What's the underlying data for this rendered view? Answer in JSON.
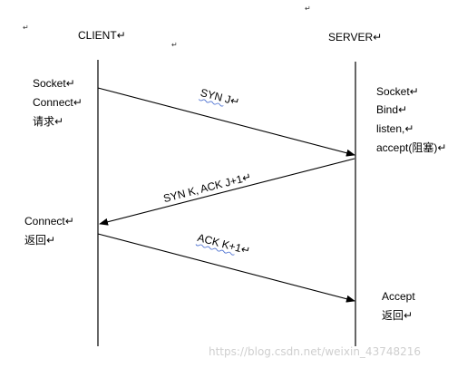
{
  "title_marks": {
    "top_right": "↵",
    "top_left": "↵",
    "middle": "↵"
  },
  "client": {
    "header": "CLIENT↵",
    "label": "CLIENT",
    "steps_top": [
      "Socket↵",
      "Connect↵",
      "请求↵"
    ],
    "steps_bottom": [
      "Connect↵",
      "返回↵"
    ]
  },
  "server": {
    "header": "SERVER↵",
    "label": "SERVER",
    "steps_top": [
      "Socket↵",
      "Bind↵",
      "listen,↵",
      "accept(阻塞)↵"
    ],
    "steps_bottom": [
      "Accept",
      "返回↵"
    ]
  },
  "messages": [
    {
      "label": "SYN   J↵",
      "from": "client",
      "to": "server"
    },
    {
      "label": "SYN   K,  ACK   J+1↵",
      "from": "server",
      "to": "client"
    },
    {
      "label": "ACK   K+1↵",
      "from": "client",
      "to": "server"
    }
  ],
  "watermark": "https://blog.csdn.net/weixin_43748216"
}
